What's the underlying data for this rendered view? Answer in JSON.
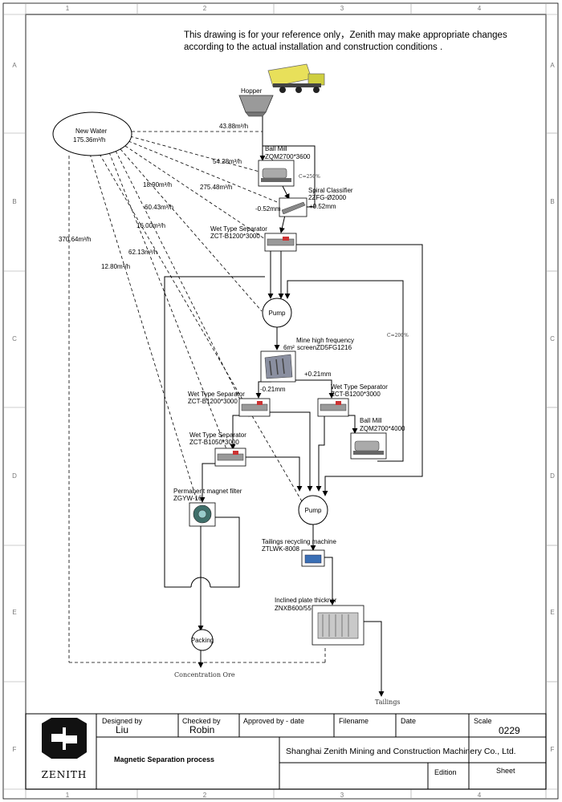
{
  "note": {
    "line1": "This drawing is for your reference only，Zenith may make appropriate changes",
    "line2": "according to the actual installation and construction conditions ."
  },
  "border": {
    "columns": [
      "1",
      "2",
      "3",
      "4"
    ],
    "rows": [
      "A",
      "B",
      "C",
      "D",
      "E",
      "F"
    ]
  },
  "equipment": {
    "truck": "",
    "hopper": "Hopper",
    "new_water": {
      "name": "New Water",
      "flow": "175.36m³/h"
    },
    "ball_mill_1": {
      "name": "Ball Mill",
      "model": "ZQM2700*3600"
    },
    "spiral_classifier": {
      "name": "Spiral Classifier",
      "model": "2ZFG-Ø2000"
    },
    "wet_separator_1": {
      "name": "Wet Type Separator",
      "model": "ZCT-B1200*3000"
    },
    "pump_1": "Pump",
    "screen": {
      "name": "Mine high frequency",
      "area": "6m²",
      "model": "screenZD5FG1216"
    },
    "wet_separator_2": {
      "name": "Wet Type Separator",
      "model": "ZCT-B1200*3000"
    },
    "wet_separator_3": {
      "name": "Wet Type Separator",
      "model": "ZCT-B1200*3000"
    },
    "ball_mill_2": {
      "name": "Ball Mill",
      "model": "ZQM2700*4000"
    },
    "wet_separator_4": {
      "name": "Wet Type Separator",
      "model": "ZCT-B1050*3000"
    },
    "magnet_filter": {
      "name": "Permanent magnet filter",
      "model": "ZGYW-16"
    },
    "pump_2": "Pump",
    "tailings_machine": {
      "name": "Tailings recycling machine",
      "model": "ZTLWK-8008"
    },
    "thickener": {
      "name": "Inclined plate thickner",
      "model": "ZNXB600/55"
    },
    "packing": "Packing",
    "concentration_ore": "Concentration Ore",
    "tailings": "Tailings"
  },
  "flows": {
    "f43": "43.88m³/h",
    "f54": "54.28m³/h",
    "f275": "275.48m³/h",
    "f18": "18.90m³/h",
    "f60": "60.43m³/h",
    "f16": "16.00m³/h",
    "f62": "62.13m³/h",
    "f12": "12.80m³/h",
    "f370": "370.64m³/h"
  },
  "annotations": {
    "c250": "C=250%",
    "c200": "C=200%",
    "minus052": "-0.52mm",
    "plus052": "+0.52mm",
    "plus021": "+0.21mm",
    "minus021": "-0.21mm"
  },
  "title_block": {
    "designed_by_label": "Designed by",
    "designed_by": "Liu",
    "checked_by_label": "Checked by",
    "checked_by": "Robin",
    "approved_label": "Approved by - date",
    "filename_label": "Filename",
    "date_label": "Date",
    "scale_label": "Scale",
    "scale": "0229",
    "title": "Magnetic Separation process",
    "company": "Shanghai Zenith Mining and Construction Machinery Co., Ltd.",
    "edition_label": "Edition",
    "sheet_label": "Sheet",
    "logo_text": "ZENITH"
  }
}
